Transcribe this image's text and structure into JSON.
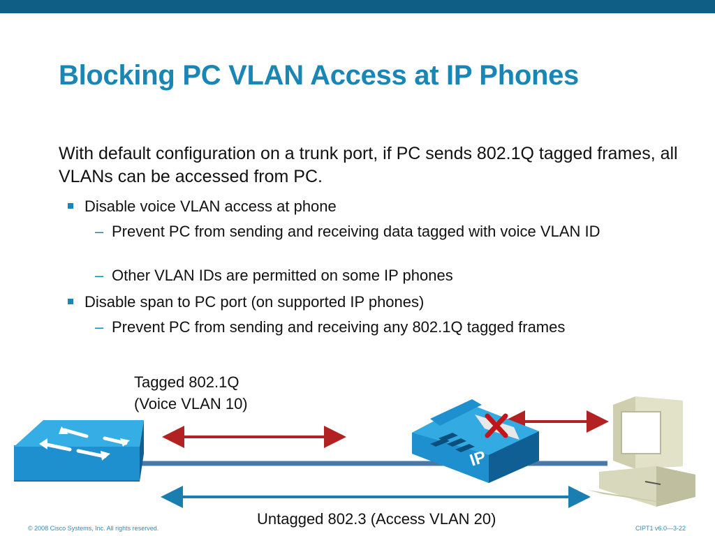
{
  "slide": {
    "title": "Blocking PC VLAN Access at IP Phones",
    "intro": "With default configuration on a trunk port, if PC sends 802.1Q tagged frames, all VLANs can be accessed from PC.",
    "bullets": [
      {
        "text": "Disable voice VLAN access at phone",
        "subs": [
          "Prevent PC from sending and receiving data tagged with voice VLAN ID",
          "Other VLAN IDs are permitted on some IP phones"
        ]
      },
      {
        "text": "Disable span to PC port (on supported IP phones)",
        "subs": [
          "Prevent PC from sending and receiving any 802.1Q tagged frames"
        ]
      }
    ]
  },
  "diagram": {
    "tagged_label_line1": "Tagged 802.1Q",
    "tagged_label_line2": "(Voice VLAN 10)",
    "untagged_label": "Untagged 802.3 (Access VLAN 20)",
    "phone_badge": "IP",
    "colors": {
      "tagged_arrow": "#b22222",
      "untagged_arrow": "#1a7fb0",
      "link": "#4a78a8",
      "device_blue": "#1e90d0"
    }
  },
  "footer": {
    "copyright": "© 2008 Cisco Systems, Inc. All rights reserved.",
    "course": "CIPT1 v6.0—3-22"
  }
}
